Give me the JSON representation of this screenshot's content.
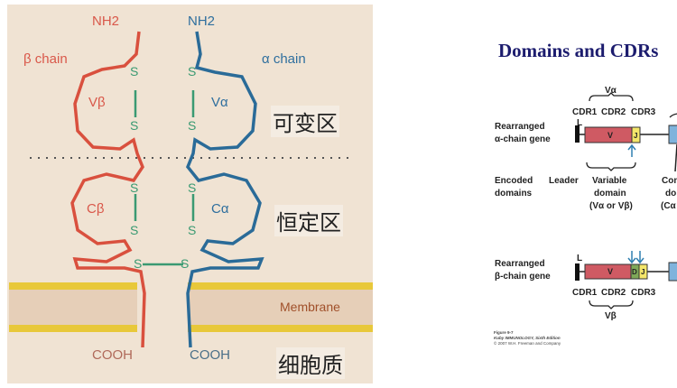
{
  "left_panel": {
    "beta": {
      "nh2": "NH2",
      "chain": "β chain",
      "v": "Vβ",
      "c": "Cβ",
      "cooh": "COOH"
    },
    "alpha": {
      "nh2": "NH2",
      "chain": "α chain",
      "v": "Vα",
      "c": "Cα",
      "cooh": "COOH"
    },
    "disulfide": "S",
    "membrane": "Membrane",
    "regions": {
      "variable": "可变区",
      "constant": "恒定区",
      "cytoplasm": "细胞质"
    },
    "colors": {
      "beta": "#d9503e",
      "alpha": "#2a6b98",
      "disulfide": "#3a9a72",
      "membrane": "#e8c83a",
      "background": "#f0e3d3"
    }
  },
  "right_panel": {
    "title": "Domains and CDRs",
    "alpha_row": {
      "label_1": "Rearranged",
      "label_2": "α-chain gene",
      "v_label": "Vα",
      "cdrs": [
        "CDR1",
        "CDR2",
        "CDR3"
      ],
      "leader": "L",
      "v": "V",
      "j": "J"
    },
    "encoded": {
      "label_1": "Encoded",
      "label_2": "domains",
      "leader": "Leader",
      "variable_1": "Variable",
      "variable_2": "domain",
      "variable_3": "(Vα or Vβ)",
      "constant_1": "Con",
      "constant_2": "do",
      "constant_3": "(Cα"
    },
    "beta_row": {
      "label_1": "Rearranged",
      "label_2": "β-chain gene",
      "v_label": "Vβ",
      "cdrs": [
        "CDR1",
        "CDR2",
        "CDR3"
      ],
      "leader": "L",
      "v": "V",
      "d": "D",
      "j": "J"
    },
    "caption": {
      "line1": "Figure 9-7",
      "line2": "Kuby IMMUNOLOGY, Sixth Edition",
      "line3": "© 2007 W.H. Freeman and Company"
    },
    "colors": {
      "v": "#cf5a63",
      "j": "#f4e66a",
      "d": "#7fa858",
      "c": "#7fb3dc",
      "arrow": "#2f7fb0"
    }
  }
}
